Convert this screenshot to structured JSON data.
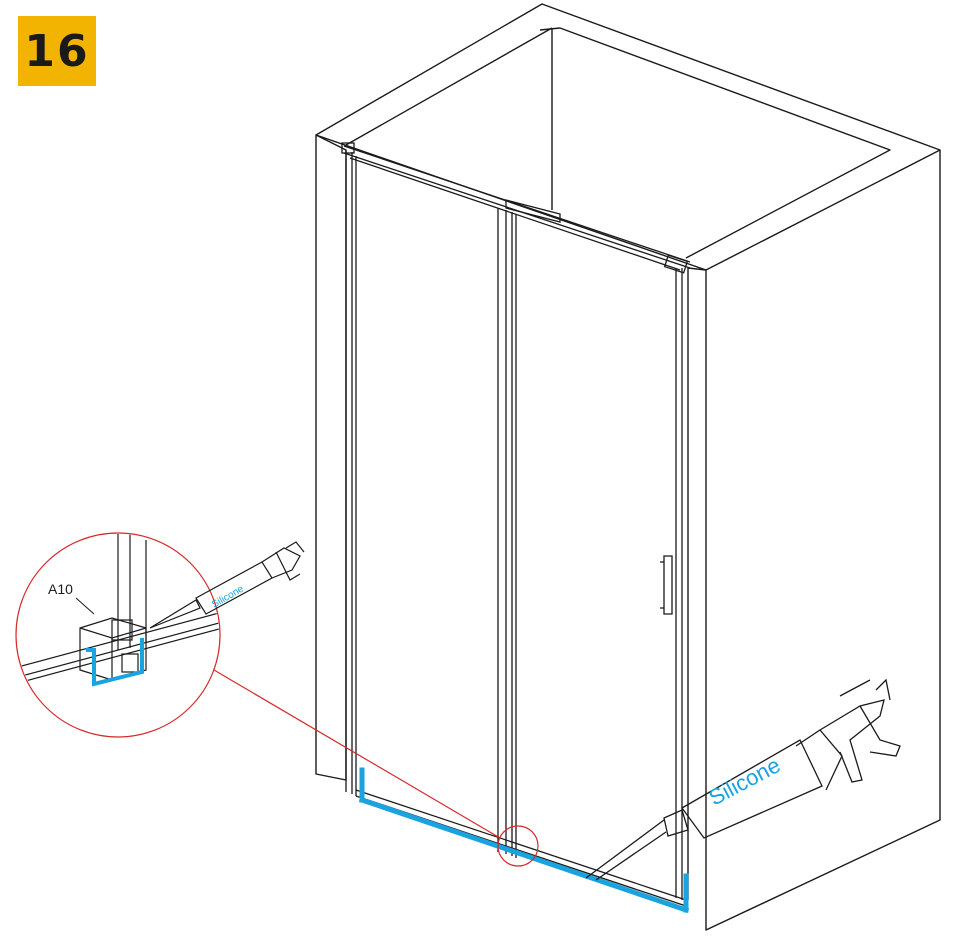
{
  "step": {
    "number": "16"
  },
  "callouts": {
    "part_label": "A10"
  },
  "tools": {
    "tube_label_main": "Silicone",
    "tube_label_detail": "Silicone"
  },
  "colors": {
    "badge": "#f2b400",
    "sealant": "#1aa3de",
    "detail_circle": "#d62a2a",
    "line": "#1a1a1a"
  },
  "icons": [
    "silicone-gun-icon"
  ]
}
